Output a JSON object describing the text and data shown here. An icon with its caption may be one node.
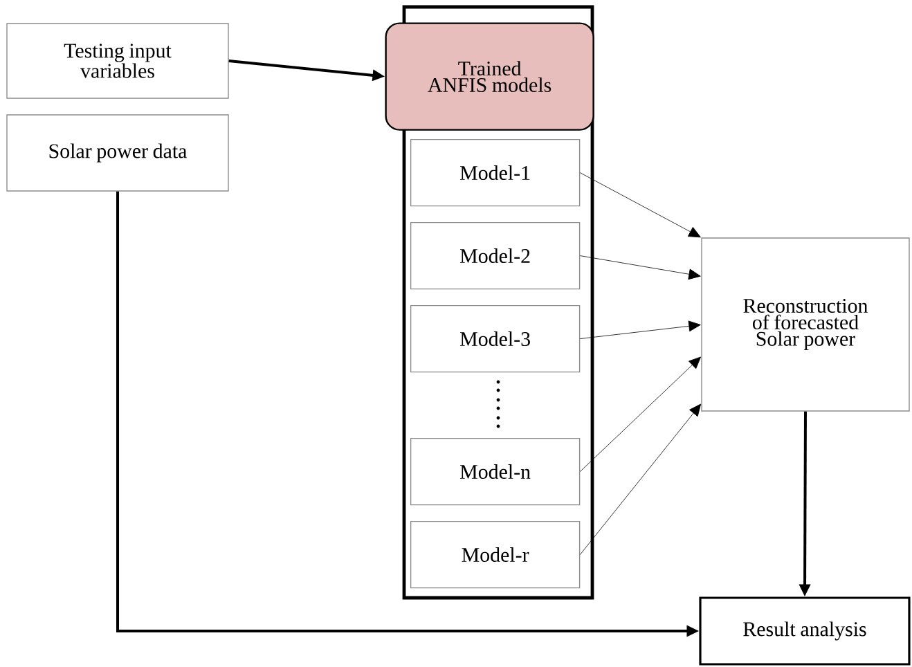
{
  "diagram": {
    "nodes": [
      {
        "text": [
          "Testing input variables"
        ]
      },
      {
        "text": [
          "Solar power data"
        ]
      },
      {
        "text": [],
        "shape": "box"
      },
      {
        "text": [
          "Trained ANFIS models"
        ],
        "in": 2
      },
      {
        "text": [
          "Model-1"
        ],
        "in": 2
      },
      {
        "text": [
          "Model-2"
        ],
        "in": 2
      },
      {
        "text": [
          "Model-3"
        ],
        "in": 2
      },
      {
        "text": [
          "Model-n"
        ],
        "in": 2
      },
      {
        "text": [
          "Model-r"
        ],
        "in": 2
      },
      {
        "text": [
          "Reconstruction of forecasted Solar power"
        ]
      },
      {
        "text": [
          "Result analysis"
        ]
      }
    ],
    "edges": [
      {
        "from": 0,
        "to": 3,
        "arrow": "to",
        "style": "thick"
      },
      {
        "from": 4,
        "to": 9,
        "arrow": "to"
      },
      {
        "from": 5,
        "to": 9,
        "arrow": "to"
      },
      {
        "from": 6,
        "to": 9,
        "arrow": "to"
      },
      {
        "from": 7,
        "to": 9,
        "arrow": "to"
      },
      {
        "from": 8,
        "to": 9,
        "arrow": "to"
      },
      {
        "from": 9,
        "to": 10,
        "arrow": "to",
        "style": "thick"
      },
      {
        "from": 1,
        "to": 10,
        "arrow": "to",
        "style": "thick"
      }
    ]
  }
}
